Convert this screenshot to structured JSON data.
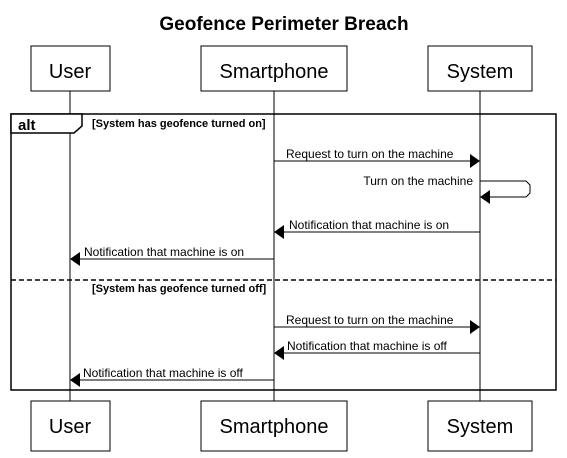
{
  "title": "Geofence Perimeter Breach",
  "participants": [
    {
      "id": "user",
      "name": "User"
    },
    {
      "id": "phone",
      "name": "Smartphone"
    },
    {
      "id": "system",
      "name": "System"
    }
  ],
  "fragment": {
    "operator": "alt",
    "sections": [
      {
        "guard": "[System has geofence turned on]",
        "messages": [
          {
            "from": "phone",
            "to": "system",
            "label": "Request to turn on the machine"
          },
          {
            "from": "system",
            "to": "system",
            "label": "Turn on the machine"
          },
          {
            "from": "system",
            "to": "phone",
            "label": "Notification that machine is on"
          },
          {
            "from": "phone",
            "to": "user",
            "label": "Notification that machine is on"
          }
        ]
      },
      {
        "guard": "[System has geofence turned off]",
        "messages": [
          {
            "from": "phone",
            "to": "system",
            "label": "Request to turn on the machine"
          },
          {
            "from": "system",
            "to": "phone",
            "label": "Notification that machine is off"
          },
          {
            "from": "phone",
            "to": "user",
            "label": "Notification that machine is off"
          }
        ]
      }
    ]
  }
}
